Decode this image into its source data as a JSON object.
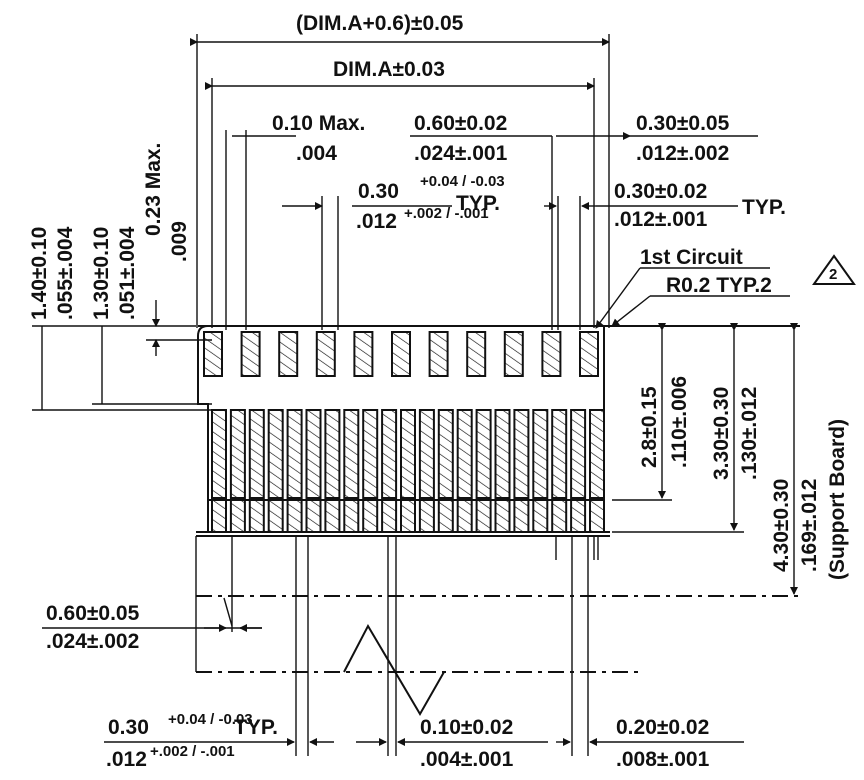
{
  "dims": {
    "overall_width": "(DIM.A+0.6)±0.05",
    "pitch_span": "DIM.A±0.03",
    "max_offset_mm": "0.10 Max.",
    "max_offset_in": ".004",
    "pitch_mm": "0.60±0.02",
    "pitch_in": ".024±.001",
    "edge_mm": "0.30±0.05",
    "edge_in": ".012±.002",
    "pin_width_mm": "0.30",
    "pin_width_tol_mm": "+0.04 / -0.03",
    "pin_width_in": ".012",
    "pin_width_tol_in": "+.002 / -.001",
    "typ": "TYP.",
    "pad_width_mm": "0.30±0.02",
    "pad_width_in": ".012±.001",
    "first_circuit": "1st Circuit",
    "radius": "R0.2 TYP.2",
    "revision_mark": "2",
    "height_140_mm": "1.40±0.10",
    "height_140_in": ".055±.004",
    "height_130_mm": "1.30±0.10",
    "height_130_in": ".051±.004",
    "max_023_mm": "0.23 Max.",
    "max_023_in": ".009",
    "h28_mm": "2.8±0.15",
    "h28_in": ".110±.006",
    "h330_mm": "3.30±0.30",
    "h330_in": ".130±.012",
    "h430_mm": "4.30±0.30",
    "h430_in": ".169±.012",
    "support_board": "(Support Board)",
    "bottom_060_mm": "0.60±0.05",
    "bottom_060_in": ".024±.002",
    "bottom_030_mm": "0.30",
    "bottom_030_tol_mm": "+0.04 / -0.03",
    "bottom_030_in": ".012",
    "bottom_030_tol_in": "+.002 / -.001",
    "bottom_010_mm": "0.10±0.02",
    "bottom_010_in": ".004±.001",
    "bottom_020_mm": "0.20±0.02",
    "bottom_020_in": ".008±.001"
  }
}
